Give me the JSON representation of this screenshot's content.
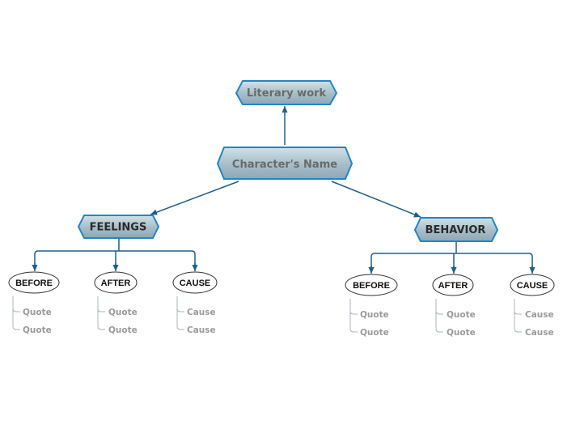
{
  "nodes": {
    "literary_work": "Literary work",
    "character_name": "Character's Name",
    "feelings": "FEELINGS",
    "behavior": "BEHAVIOR"
  },
  "feelings_group": {
    "before": {
      "label": "BEFORE",
      "items": [
        "Quote",
        "Quote"
      ]
    },
    "after": {
      "label": "AFTER",
      "items": [
        "Quote",
        "Quote"
      ]
    },
    "cause": {
      "label": "CAUSE",
      "items": [
        "Cause",
        "Cause"
      ]
    }
  },
  "behavior_group": {
    "before": {
      "label": "BEFORE",
      "items": [
        "Quote",
        "Quote"
      ]
    },
    "after": {
      "label": "AFTER",
      "items": [
        "Quote",
        "Quote"
      ]
    },
    "cause": {
      "label": "CAUSE",
      "items": [
        "Cause",
        "Cause"
      ]
    }
  },
  "colors": {
    "connector": "#1f5f8b",
    "hex_border": "#1e87c8",
    "hex_fill_top": "#c8d8e0",
    "hex_fill_bottom": "#8fa9b6",
    "gray_label": "#6a6a6a",
    "dark_label": "#2a2a2a",
    "leaf_text": "#9a9a9a",
    "leaf_line": "#aab4bc"
  }
}
